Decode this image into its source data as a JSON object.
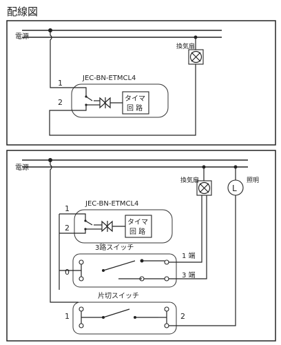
{
  "title": "配線図",
  "top_diagram": {
    "power_label": "電源",
    "fan_label": "換気扇",
    "controller_model": "JEC-BN-ETMCL4",
    "timer_label_1": "タイマ",
    "timer_label_2": "回 路",
    "terminal_1": "1",
    "terminal_2": "2"
  },
  "bottom_diagram": {
    "power_label": "電源",
    "fan_label": "換気扇",
    "light_label": "照明",
    "light_symbol": "L",
    "controller_model": "JEC-BN-ETMCL4",
    "timer_label_1": "タイマ",
    "timer_label_2": "回 路",
    "terminal_1": "1",
    "terminal_2": "2",
    "three_way_label": "3路スイッチ",
    "three_way_term_0": "0",
    "three_way_term_1": "1 端",
    "three_way_term_3": "3 端",
    "single_pole_label": "片切スイッチ",
    "single_pole_term_1": "1",
    "single_pole_term_2": "2"
  }
}
